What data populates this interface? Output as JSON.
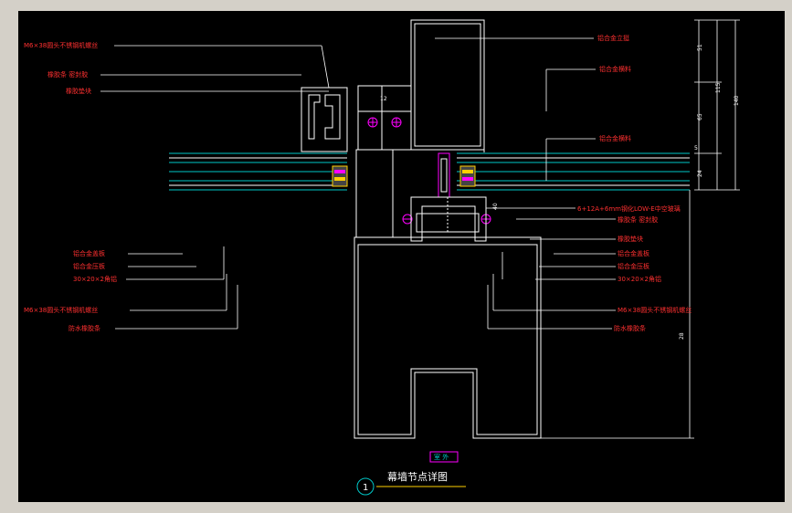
{
  "drawing": {
    "title": "幕墙节点详图",
    "node_number": "1",
    "side_tag": "室 外",
    "labels_left": [
      "M6×38圆头不锈钢机螺丝",
      "橡胶条 密封胶",
      "橡胶垫块",
      "铝合金盖板",
      "铝合金压板",
      "30×20×2角铝",
      "M6×38圆头不锈钢机螺丝",
      "防水橡胶条"
    ],
    "labels_right": [
      "铝合金立挺",
      "铝合金横料",
      "铝合金横料",
      "6+12A+6mm钢化LOW-E中空玻璃",
      "橡胶条 密封胶",
      "橡胶垫块",
      "铝合金盖板",
      "铝合金压板",
      "30×20×2角铝",
      "M6×38圆头不锈钢机螺丝",
      "防水橡胶条"
    ],
    "dimensions": [
      "51",
      "115",
      "140",
      "65",
      "5",
      "24",
      "12",
      "40",
      "28"
    ]
  },
  "colors": {
    "background": "#000000",
    "frame": "#ffffff",
    "label": "#ff3030",
    "glass": "#00c8c8",
    "accent": "#ff00ff",
    "title_underline": "#ffd000"
  }
}
